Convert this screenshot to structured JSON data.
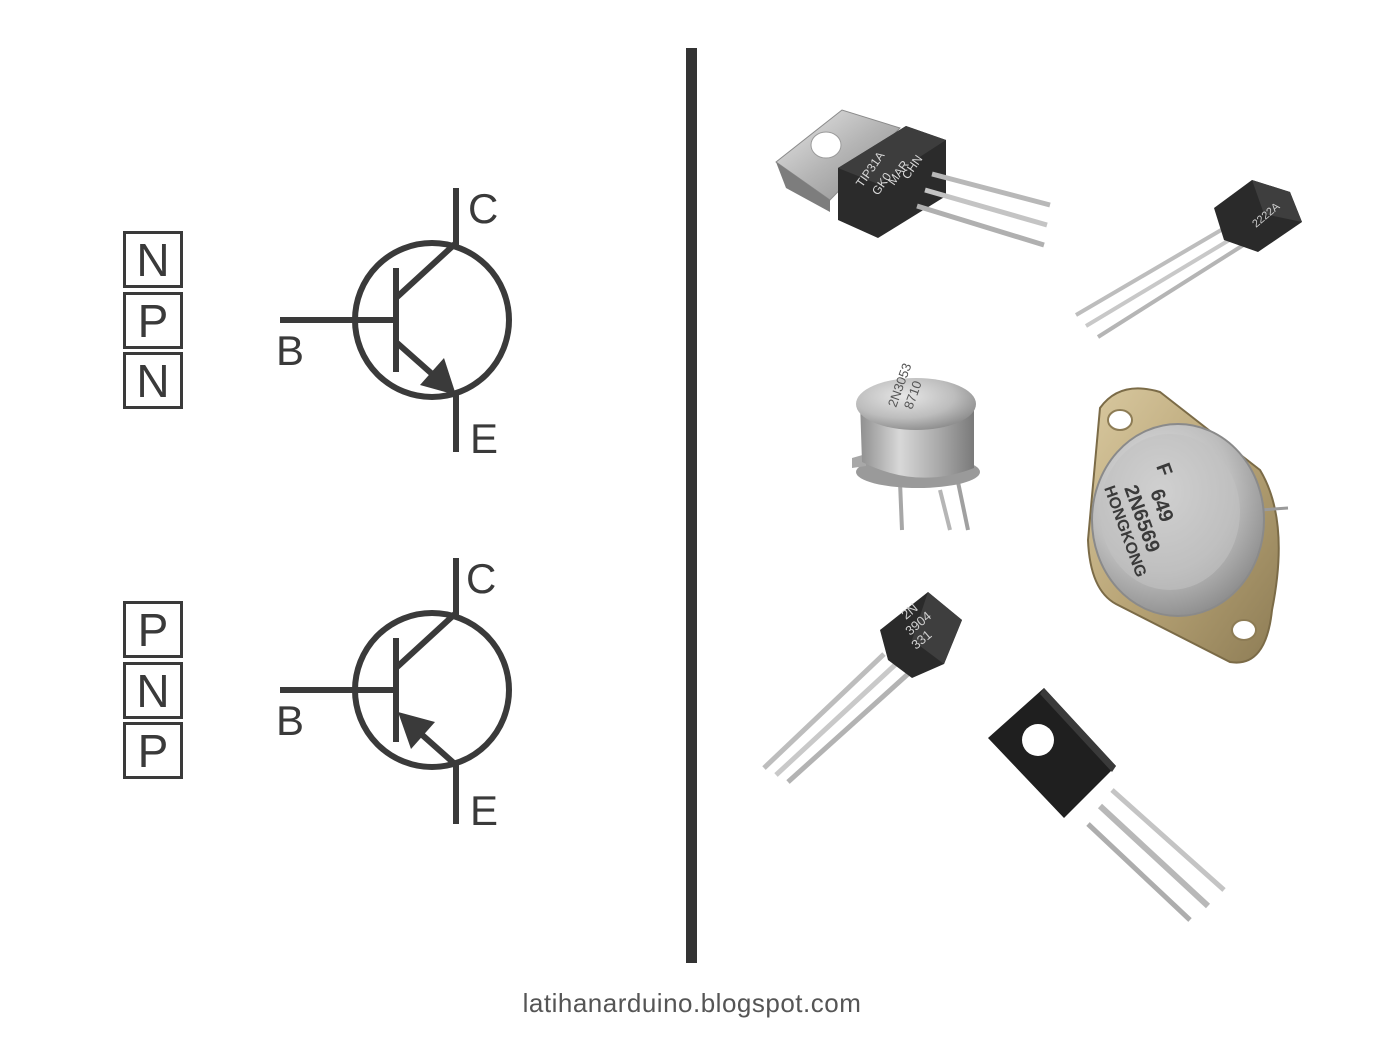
{
  "npn": {
    "layers": [
      "N",
      "P",
      "N"
    ],
    "pins": {
      "collector": "C",
      "base": "B",
      "emitter": "E"
    }
  },
  "pnp": {
    "layers": [
      "P",
      "N",
      "P"
    ],
    "pins": {
      "collector": "C",
      "base": "B",
      "emitter": "E"
    }
  },
  "photos": {
    "to220": {
      "markings": [
        "TIP31A",
        "GK0",
        "MAR",
        "CHN"
      ]
    },
    "to92_small": {
      "markings": [
        "2222A"
      ]
    },
    "to39": {
      "markings": [
        "2N3053",
        "8710"
      ]
    },
    "to3": {
      "markings": [
        "F",
        "649",
        "2N6569",
        "HONGKONG"
      ]
    },
    "to92_large": {
      "markings": [
        "2N",
        "3904",
        "331"
      ]
    },
    "to126": {
      "markings": []
    }
  },
  "footer": "latihanarduino.blogspot.com",
  "colors": {
    "symbol": "#3a3a3a",
    "divider": "#333333",
    "footer": "#555555"
  }
}
